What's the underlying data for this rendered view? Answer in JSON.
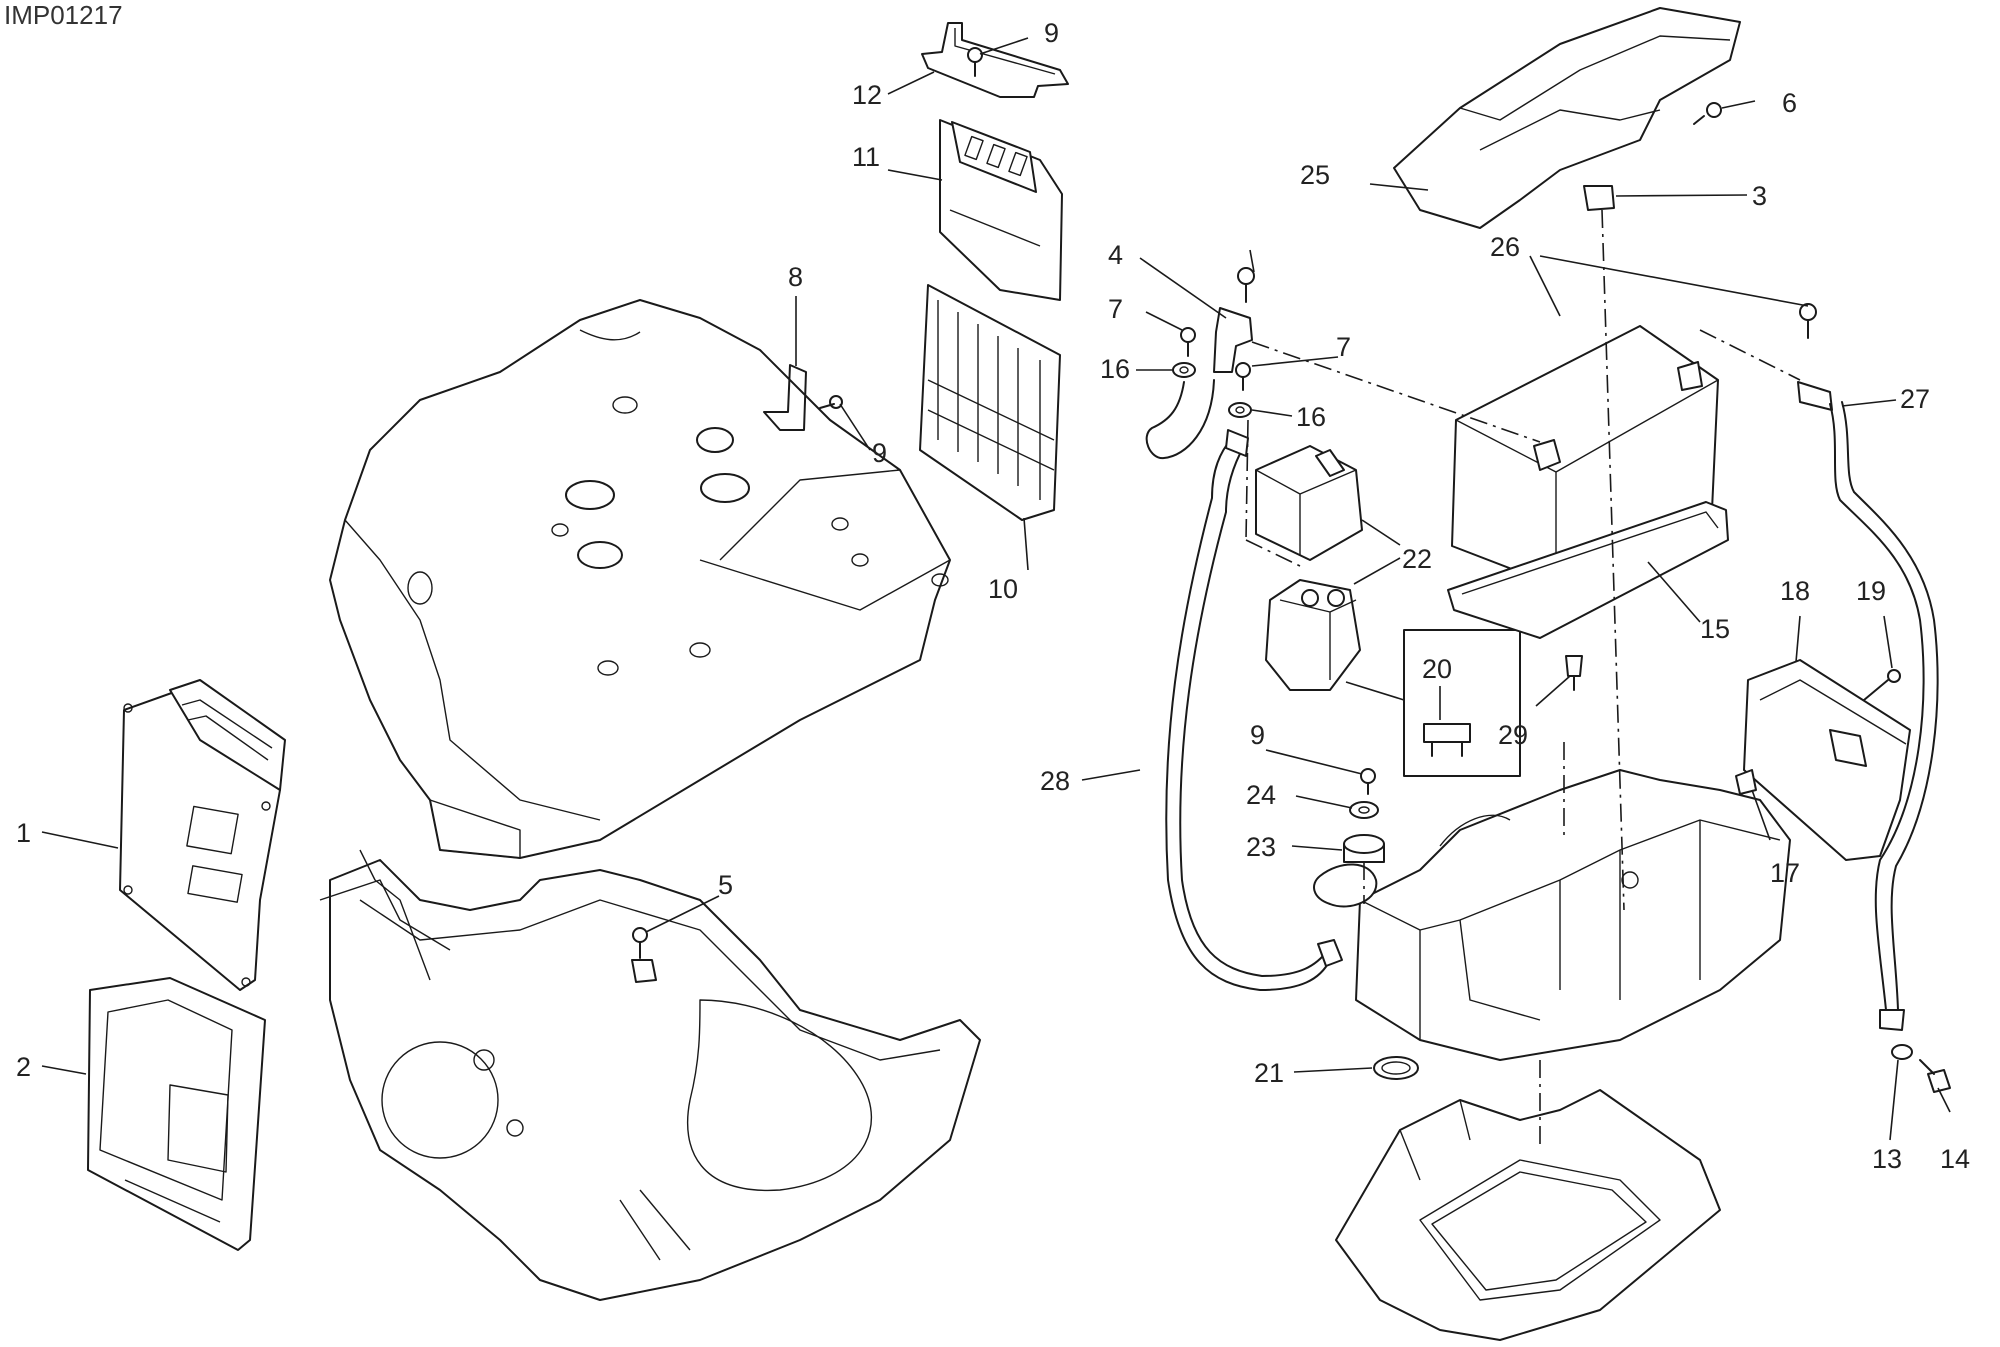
{
  "drawing_code": "IMP01217",
  "callouts": [
    {
      "id": "c1",
      "label": "1"
    },
    {
      "id": "c2",
      "label": "2"
    },
    {
      "id": "c3",
      "label": "3"
    },
    {
      "id": "c4",
      "label": "4"
    },
    {
      "id": "c5",
      "label": "5"
    },
    {
      "id": "c6",
      "label": "6"
    },
    {
      "id": "c7a",
      "label": "7"
    },
    {
      "id": "c7b",
      "label": "7"
    },
    {
      "id": "c8",
      "label": "8"
    },
    {
      "id": "c9a",
      "label": "9"
    },
    {
      "id": "c9b",
      "label": "9"
    },
    {
      "id": "c9c",
      "label": "9"
    },
    {
      "id": "c10",
      "label": "10"
    },
    {
      "id": "c11",
      "label": "11"
    },
    {
      "id": "c12",
      "label": "12"
    },
    {
      "id": "c13",
      "label": "13"
    },
    {
      "id": "c14",
      "label": "14"
    },
    {
      "id": "c15",
      "label": "15"
    },
    {
      "id": "c16a",
      "label": "16"
    },
    {
      "id": "c16b",
      "label": "16"
    },
    {
      "id": "c17",
      "label": "17"
    },
    {
      "id": "c18",
      "label": "18"
    },
    {
      "id": "c19",
      "label": "19"
    },
    {
      "id": "c20",
      "label": "20"
    },
    {
      "id": "c21",
      "label": "21"
    },
    {
      "id": "c22",
      "label": "22"
    },
    {
      "id": "c23",
      "label": "23"
    },
    {
      "id": "c24",
      "label": "24"
    },
    {
      "id": "c25",
      "label": "25"
    },
    {
      "id": "c26",
      "label": "26"
    },
    {
      "id": "c27",
      "label": "27"
    },
    {
      "id": "c28",
      "label": "28"
    },
    {
      "id": "c29",
      "label": "29"
    }
  ]
}
